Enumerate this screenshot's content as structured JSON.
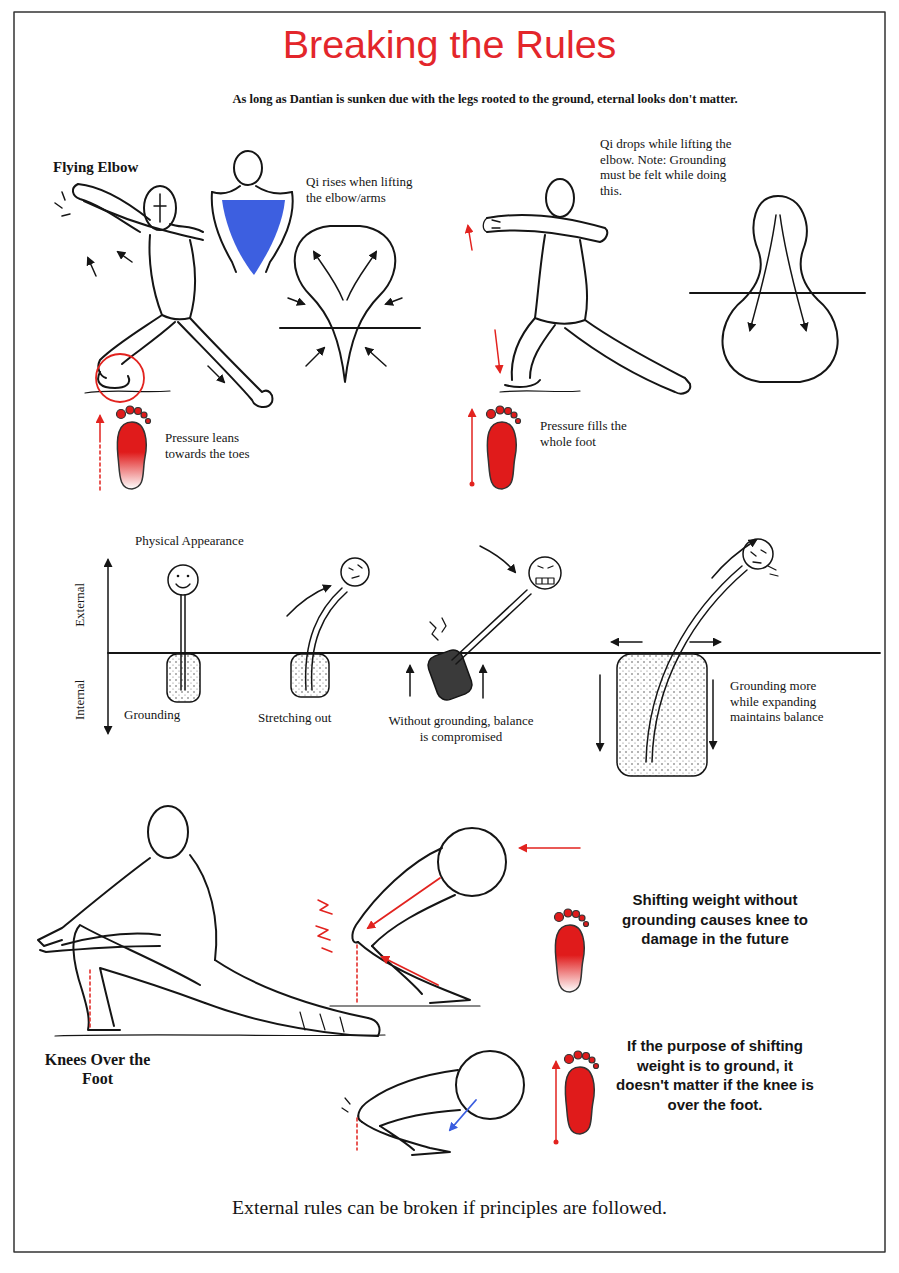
{
  "diagram": {
    "title": "Breaking the Rules",
    "caption": "External rules can be broken if principles are followed.",
    "labels": [
      "As long as Dantian is sunken due with the legs rooted to the ground, eternal looks don't matter.",
      "Flying Elbow",
      "Qi rises when lifting the elbow/arms",
      "Qi drops while lifting the elbow. Note: Grounding must be felt while doing this.",
      "Pressure leans towards the toes",
      "Pressure fills the whole foot",
      "Physical Appearance",
      "External",
      "Internal",
      "Grounding",
      "Stretching out",
      "Without grounding, balance is compromised",
      "Grounding more while expanding maintains balance",
      "Knees Over the Foot",
      "Shifting weight without grounding causes knee to damage in the future",
      "If the purpose of shifting weight is to ground, it doesn't matter if the knee is over the foot."
    ]
  }
}
